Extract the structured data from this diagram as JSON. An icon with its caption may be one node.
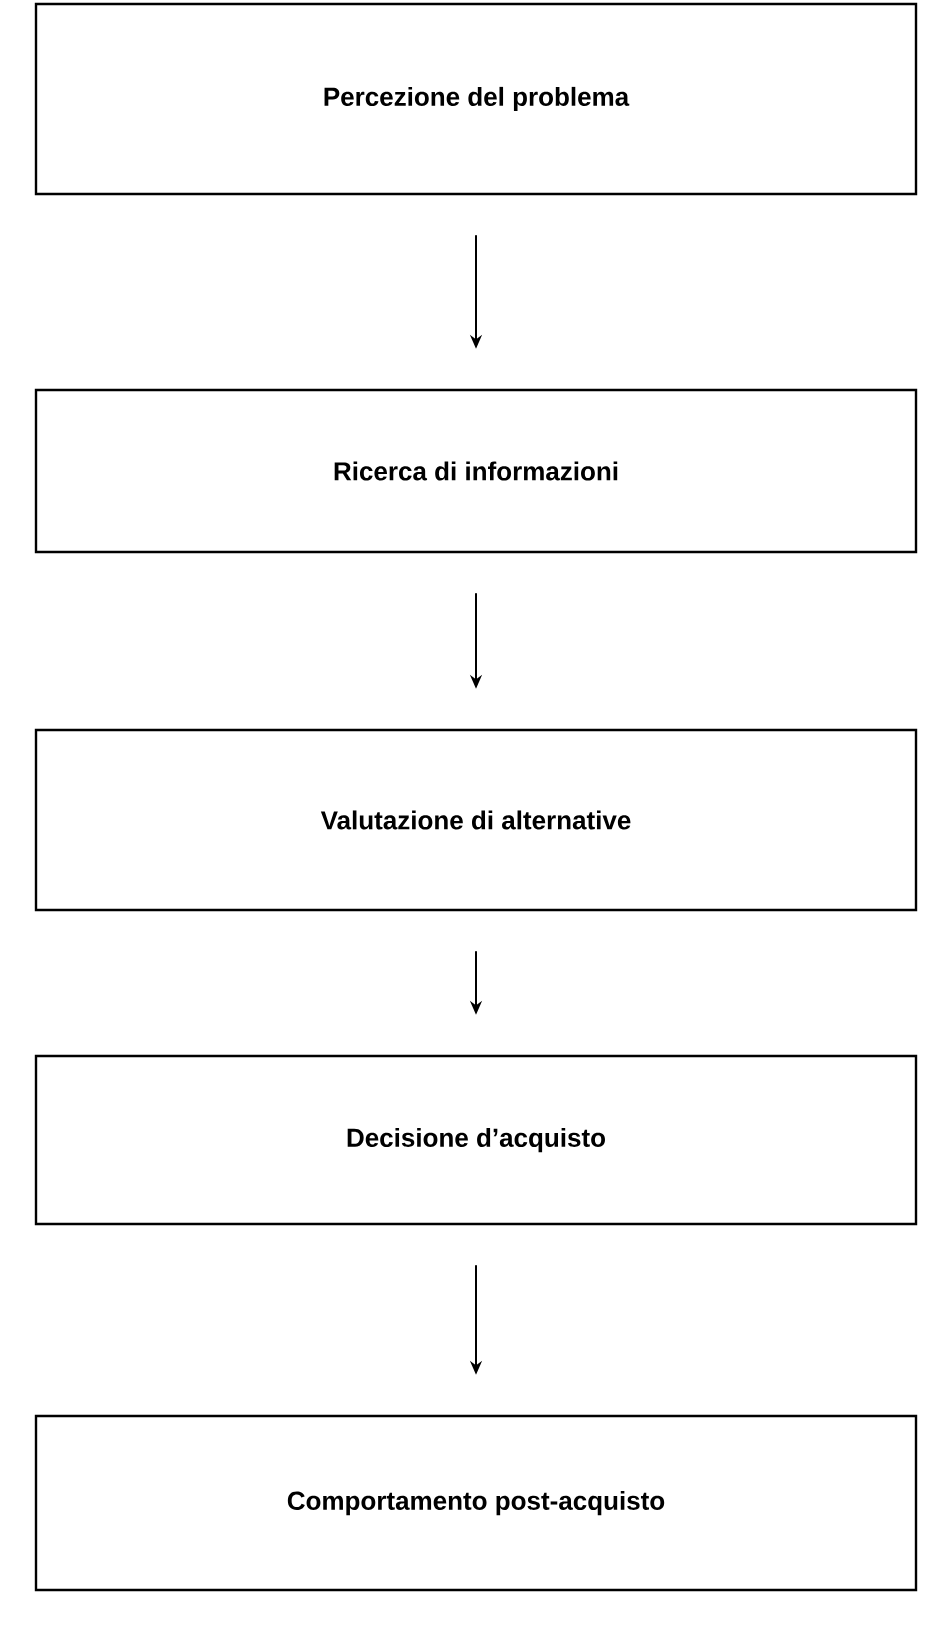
{
  "diagram": {
    "nodes": [
      {
        "text": [
          "Percezione del problema"
        ]
      },
      {
        "text": [
          "Ricerca di informazioni"
        ]
      },
      {
        "text": [
          "Valutazione di alternative"
        ]
      },
      {
        "text": [
          "Decisione d’acquisto"
        ]
      },
      {
        "text": [
          "Comportamento post-acquisto"
        ]
      }
    ],
    "edges": [
      {
        "from": 0,
        "to": 1,
        "arrow": "to"
      },
      {
        "from": 1,
        "to": 2,
        "arrow": "to"
      },
      {
        "from": 2,
        "to": 3,
        "arrow": "to"
      },
      {
        "from": 3,
        "to": 4,
        "arrow": "to"
      }
    ]
  }
}
